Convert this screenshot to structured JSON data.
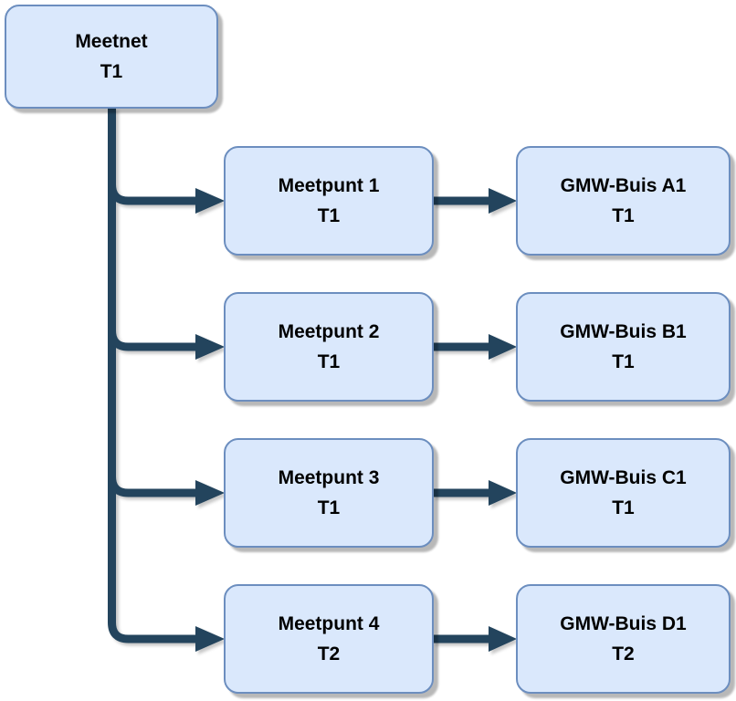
{
  "diagram": {
    "colors": {
      "background": "#ffffff",
      "node_fill": "#dae8fc",
      "node_border": "#6c8ebf",
      "connector": "#23445d",
      "text": "#000000"
    },
    "root": {
      "line1": "Meetnet",
      "line2": "T1"
    },
    "rows": [
      {
        "meetpunt": {
          "line1": "Meetpunt 1",
          "line2": "T1"
        },
        "gmw": {
          "line1": "GMW-Buis A1",
          "line2": "T1"
        }
      },
      {
        "meetpunt": {
          "line1": "Meetpunt 2",
          "line2": "T1"
        },
        "gmw": {
          "line1": "GMW-Buis B1",
          "line2": "T1"
        }
      },
      {
        "meetpunt": {
          "line1": "Meetpunt 3",
          "line2": "T1"
        },
        "gmw": {
          "line1": "GMW-Buis C1",
          "line2": "T1"
        }
      },
      {
        "meetpunt": {
          "line1": "Meetpunt 4",
          "line2": "T2"
        },
        "gmw": {
          "line1": "GMW-Buis D1",
          "line2": "T2"
        }
      }
    ]
  }
}
